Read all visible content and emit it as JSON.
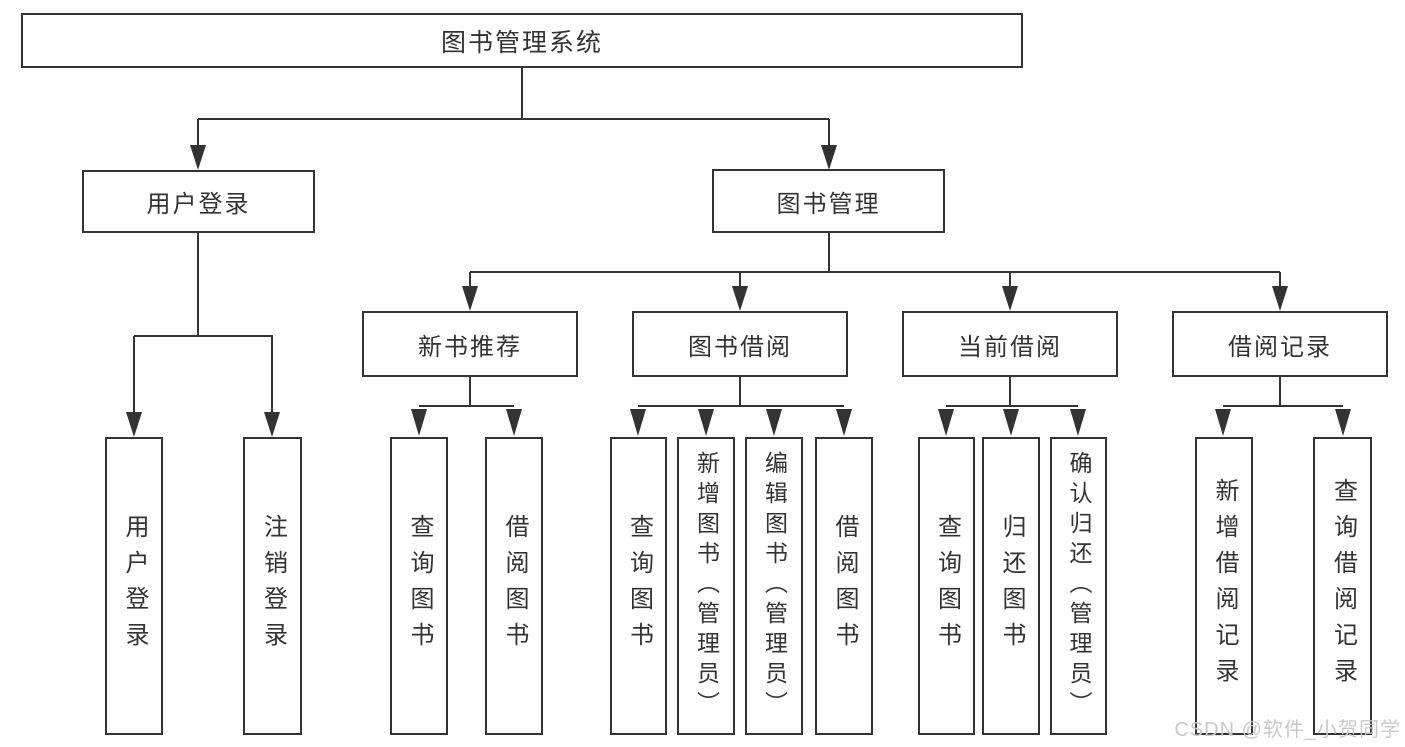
{
  "diagram": {
    "title": "图书管理系统",
    "level1": [
      {
        "label": "用户登录",
        "parent": "图书管理系统"
      },
      {
        "label": "图书管理",
        "parent": "图书管理系统"
      }
    ],
    "level2": [
      {
        "label": "新书推荐",
        "parent": "图书管理"
      },
      {
        "label": "图书借阅",
        "parent": "图书管理"
      },
      {
        "label": "当前借阅",
        "parent": "图书管理"
      },
      {
        "label": "借阅记录",
        "parent": "图书管理"
      }
    ],
    "leaves": [
      {
        "label": "用户登录",
        "parent": "用户登录"
      },
      {
        "label": "注销登录",
        "parent": "用户登录"
      },
      {
        "label": "查询图书",
        "parent": "新书推荐"
      },
      {
        "label": "借阅图书",
        "parent": "新书推荐"
      },
      {
        "label": "查询图书",
        "parent": "图书借阅"
      },
      {
        "label": "新增图书（管理员）",
        "parent": "图书借阅"
      },
      {
        "label": "编辑图书（管理员）",
        "parent": "图书借阅"
      },
      {
        "label": "借阅图书",
        "parent": "图书借阅"
      },
      {
        "label": "查询图书",
        "parent": "当前借阅"
      },
      {
        "label": "归还图书",
        "parent": "当前借阅"
      },
      {
        "label": "确认归还（管理员）",
        "parent": "当前借阅"
      },
      {
        "label": "新增借阅记录",
        "parent": "借阅记录"
      },
      {
        "label": "查询借阅记录",
        "parent": "借阅记录"
      }
    ],
    "colors": {
      "line": "#333333",
      "text": "#333333",
      "box_background": "#ffffff"
    }
  },
  "watermark": {
    "text": "CSDN @软件_小贺同学",
    "color": "#c9c9c9"
  }
}
